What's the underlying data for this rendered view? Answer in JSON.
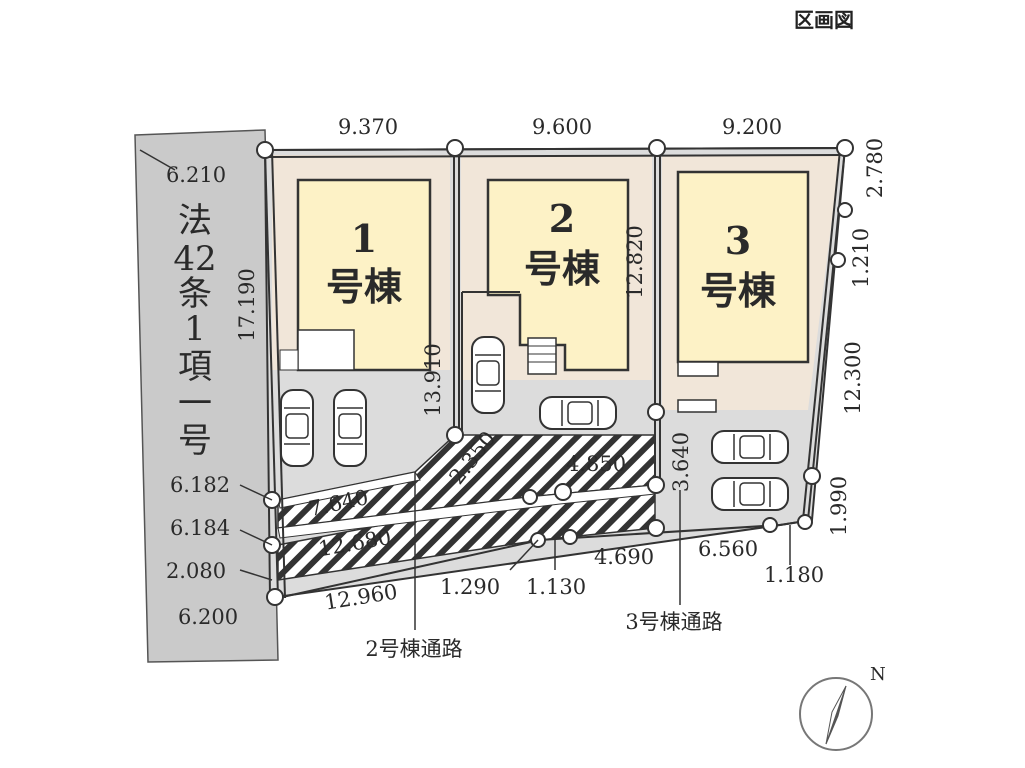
{
  "title": "区画図",
  "road": {
    "chars": [
      "法",
      "42",
      "条",
      "1",
      "項",
      "一",
      "号"
    ]
  },
  "lots": [
    {
      "num": "1",
      "label": "号棟"
    },
    {
      "num": "2",
      "label": "号棟"
    },
    {
      "num": "3",
      "label": "号棟"
    }
  ],
  "dims": {
    "top_1": "9.370",
    "top_2": "9.600",
    "top_3": "9.200",
    "left_road_1": "6.210",
    "left_road_2": "6.182",
    "left_road_3": "6.184",
    "left_road_4": "2.080",
    "left_road_5": "6.200",
    "lot1_side": "17.190",
    "lot1_right": "13.910",
    "lot2_right": "12.820",
    "right_1": "2.780",
    "right_2": "1.210",
    "right_3": "12.300",
    "right_4": "1.990",
    "path_1": "7.640",
    "path_2": "2.350",
    "path_3": "4.850",
    "path_4": "3.640",
    "path_5": "12.680",
    "bottom_1": "12.960",
    "bottom_2": "1.290",
    "bottom_3": "1.130",
    "bottom_4": "4.690",
    "bottom_5": "6.560",
    "bottom_6": "1.180"
  },
  "passages": {
    "lot2": "2号棟通路",
    "lot3": "3号棟通路"
  },
  "compass": {
    "north": "N"
  },
  "colors": {
    "lot_fill": "#f1e6d9",
    "house_fill": "#fdf2c6",
    "paved": "#dcdcdc",
    "road": "#cacaca",
    "line": "#333333"
  }
}
